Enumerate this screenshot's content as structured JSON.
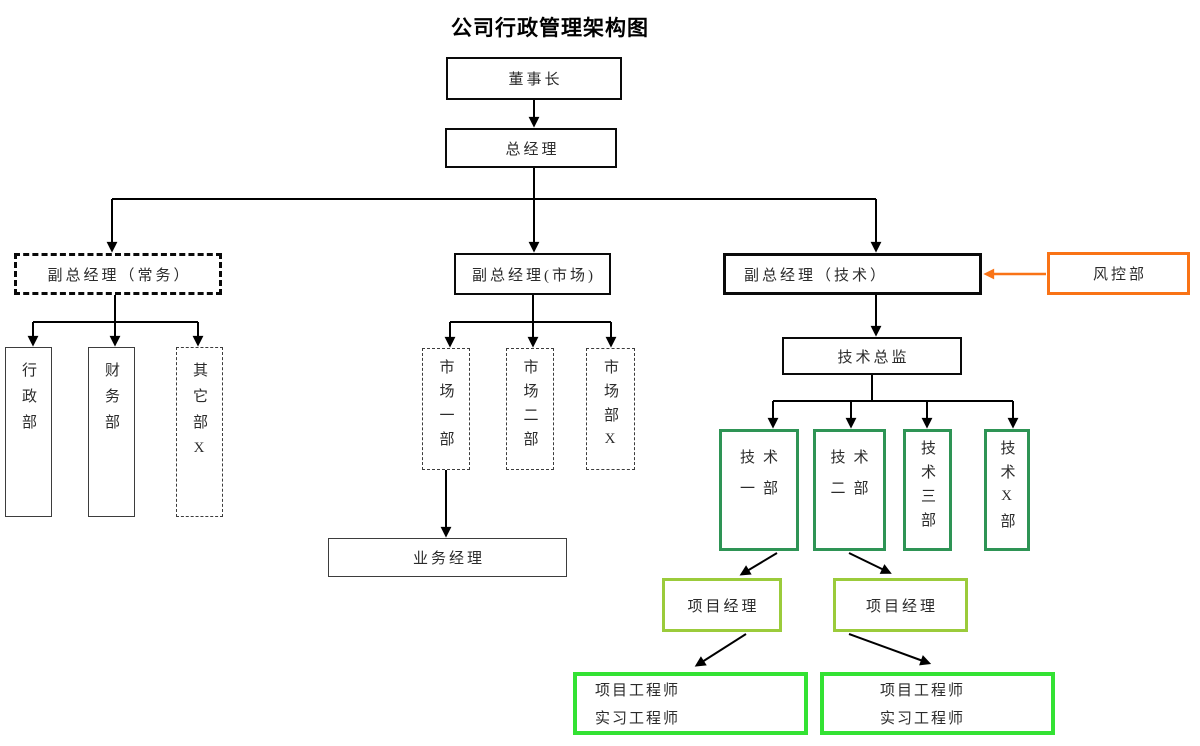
{
  "title": "公司行政管理架构图",
  "colors": {
    "connector_line": "#000000",
    "tech_dept_green": "#2e9455",
    "project_manager_green": "#9bcb3b",
    "engineer_green": "#33e233",
    "risk_control_orange": "#f97316"
  },
  "nodes": {
    "chairman": "董事长",
    "general_manager": "总经理",
    "vp_executive": "副总经理（常务）",
    "vp_market": "副总经理(市场)",
    "vp_tech": "副总经理（技术）",
    "risk_control": "风控部",
    "admin_dept": "行政部",
    "finance_dept": "财务部",
    "other_dept": "其它部X",
    "market_dept_1": "市场一部",
    "market_dept_2": "市场二部",
    "market_dept_x": "市场部X",
    "business_manager": "业务经理",
    "tech_director": "技术总监",
    "tech_dept_1": {
      "line1": "技术",
      "line2": "一部"
    },
    "tech_dept_2": {
      "line1": "技术",
      "line2": "二部"
    },
    "tech_dept_3": "技术三部",
    "tech_dept_x": "技术X部",
    "project_manager_1": "项目经理",
    "project_manager_2": "项目经理",
    "engineers_1": {
      "line1": "项目工程师",
      "line2": "实习工程师"
    },
    "engineers_2": {
      "line1": "项目工程师",
      "line2": "实习工程师"
    }
  }
}
